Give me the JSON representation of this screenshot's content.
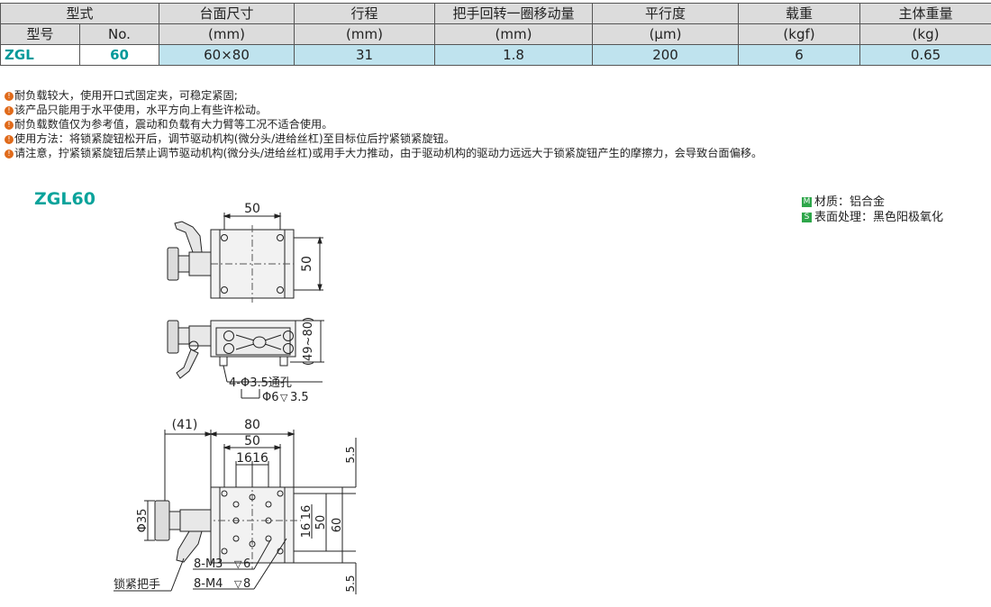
{
  "table": {
    "header1": [
      "型式",
      "台面尺寸",
      "行程",
      "把手回转一圈移动量",
      "平行度",
      "载重",
      "主体重量"
    ],
    "header2": [
      "型号",
      "No.",
      "(mm)",
      "(mm)",
      "(mm)",
      "(μm)",
      "(kgf)",
      "(kg)"
    ],
    "row": [
      "ZGL",
      "60",
      "60×80",
      "31",
      "1.8",
      "200",
      "6",
      "0.65"
    ]
  },
  "notes": [
    "耐负载较大，使用开口式固定夹，可稳定紧固;",
    "该产品只能用于水平使用，水平方向上有些许松动。",
    "耐负载数值仅为参考值，震动和负载有大力臂等工况不适合使用。",
    "使用方法：将锁紧旋钮松开后，调节驱动机构(微分头/进给丝杠)至目标位后拧紧锁紧旋钮。",
    "请注意，拧紧锁紧旋钮后禁止调节驱动机构(微分头/进给丝杠)或用手大力推动，由于驱动机构的驱动力远远大于锁紧旋钮产生的摩擦力，会导致台面偏移。"
  ],
  "note_mark": "!",
  "product_title": "ZGL60",
  "legend": [
    {
      "badge": "M",
      "text": "材质：铝合金"
    },
    {
      "badge": "S",
      "text": "表面处理：黑色阳极氧化"
    }
  ],
  "drawing": {
    "top_view_width": "50",
    "top_view_height": "50",
    "side_view_height": "(49~80)",
    "hole_spec": "4-Φ3.5通孔",
    "counterbore_spec": "Φ6",
    "counterbore_depth": "3.5",
    "knob_offset": "(41)",
    "overall_width": "80",
    "inner_width": "50",
    "pitch_a": "16",
    "pitch_b": "16",
    "right_16a": "16",
    "right_16b": "16",
    "right_50": "50",
    "right_60": "60",
    "margin_top": "5.5",
    "margin_bottom": "5.5",
    "knob_dia": "Φ35",
    "tap_m3": "8-M3",
    "tap_m3_depth": "6",
    "tap_m4": "8-M4",
    "tap_m4_depth": "8",
    "lock_handle": "锁紧把手"
  }
}
